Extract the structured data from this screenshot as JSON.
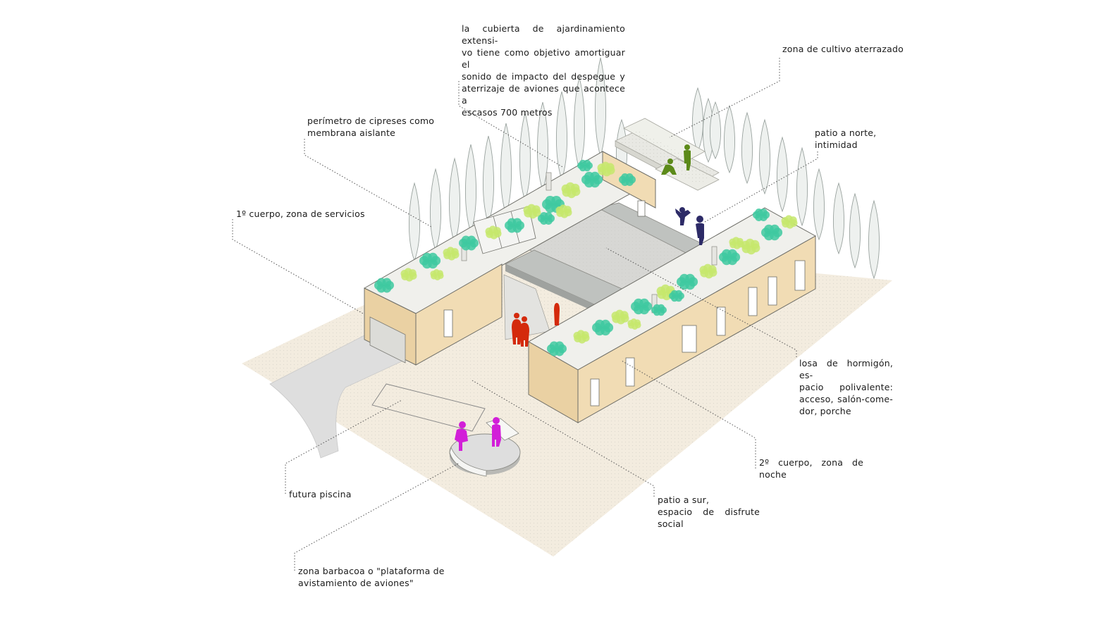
{
  "annotations": [
    {
      "id": "roof-garden",
      "lines": [
        "la cubierta de ajardinamiento extensi-",
        "vo tiene como objetivo amortiguar el",
        "sonido de impacto del despegue y",
        "aterrizaje de aviones que acontece a",
        "escasos 700 metros"
      ]
    },
    {
      "id": "terraced-crops",
      "lines": [
        "zona de cultivo aterrazado"
      ]
    },
    {
      "id": "cypress-perimeter",
      "lines": [
        "perímetro de cipreses como",
        "membrana aislante"
      ]
    },
    {
      "id": "north-patio",
      "lines": [
        "patio a norte,",
        "intimidad"
      ]
    },
    {
      "id": "first-volume",
      "lines": [
        "1º cuerpo, zona de servicios"
      ]
    },
    {
      "id": "concrete-slab",
      "lines": [
        "losa de hormigón, es-",
        "pacio polivalente:",
        "acceso, salón-come-",
        "dor, porche"
      ]
    },
    {
      "id": "second-volume",
      "lines": [
        "2º cuerpo, zona de",
        "noche"
      ]
    },
    {
      "id": "future-pool",
      "lines": [
        "futura piscina"
      ]
    },
    {
      "id": "south-patio",
      "lines": [
        "patio a sur,",
        "espacio de disfrute",
        "social"
      ]
    },
    {
      "id": "barbecue-zone",
      "lines": [
        "zona barbacoa o \"plataforma de",
        "avistamiento de aviones\""
      ]
    }
  ],
  "colors": {
    "ground": "#f3ecdf",
    "facade": "#f1dcb4",
    "facade_side": "#ead1a3",
    "slab": "#d9d9d6",
    "cypress": "#eef1ef",
    "greenery_dark": "#3ec9a0",
    "greenery_light": "#c5e86c",
    "people_red": "#d42a0c",
    "people_magenta": "#d21fd8",
    "people_navy": "#2d2b67",
    "people_green": "#5c8a19",
    "leader_line": "#555555"
  }
}
